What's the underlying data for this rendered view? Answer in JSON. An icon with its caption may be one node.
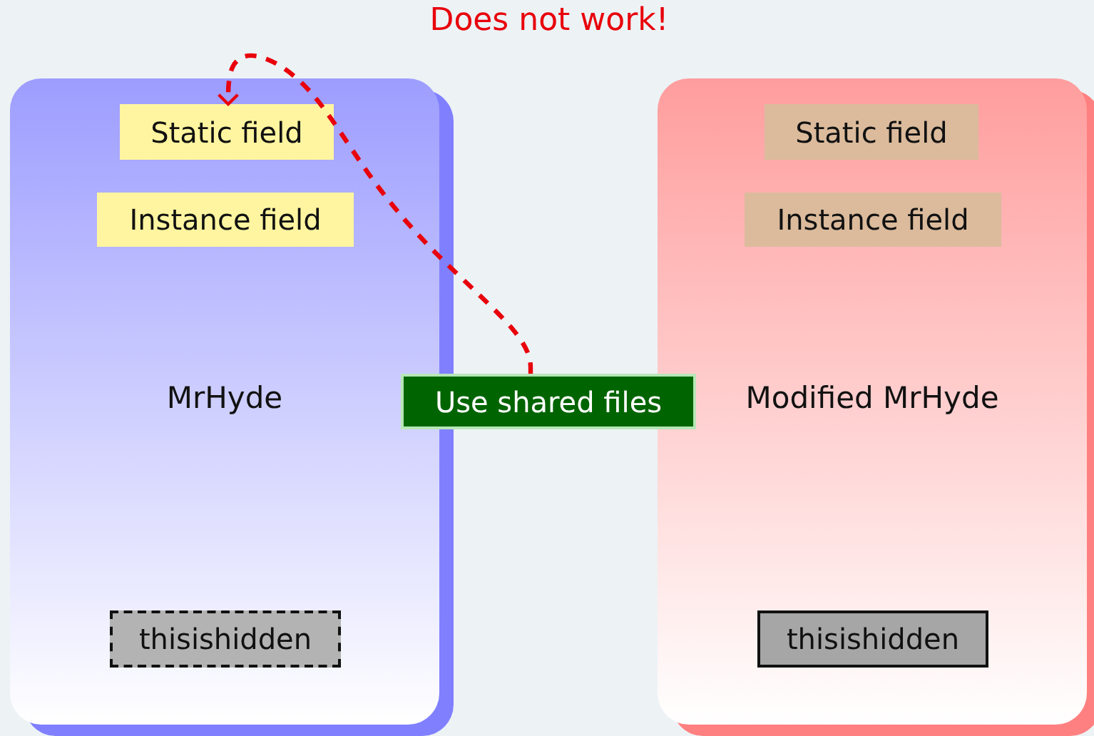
{
  "diagram": {
    "nodes": [
      {
        "text": [
          "MrHyde"
        ]
      },
      {
        "text": [
          "Static field"
        ],
        "in": 0
      },
      {
        "text": [
          "Instance field"
        ],
        "in": 0
      },
      {
        "text": [
          "thisishidden"
        ],
        "in": 0
      },
      {
        "text": [
          "Modified MrHyde"
        ]
      },
      {
        "text": [
          "Static field"
        ],
        "in": 4
      },
      {
        "text": [
          "Instance field"
        ],
        "in": 4
      },
      {
        "text": [
          "thisishidden"
        ],
        "in": 4
      },
      {
        "text": [
          "Use shared files"
        ]
      }
    ],
    "edges": [
      {
        "from": 8,
        "to": 1,
        "arrow": "to",
        "style": "dashed",
        "color": "#e8000b"
      }
    ],
    "labels": [
      "Does not work!"
    ]
  }
}
